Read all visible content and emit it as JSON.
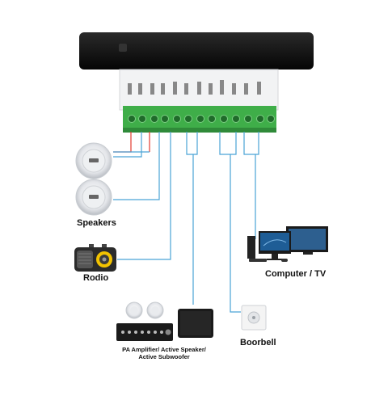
{
  "labels": {
    "speakers": "Speakers",
    "radio": "Rodio",
    "computer_tv": "Computer / TV",
    "doorbell": "Boorbell",
    "pa_line1": "PA Amplifier/ Active Speaker/",
    "pa_line2": "Active Subwoofer"
  },
  "colors": {
    "device_body": "#111111",
    "terminal_green": "#3fae49",
    "wire_blue": "#4aa3d6",
    "wire_red": "#e23b2e"
  },
  "icons": [
    "control-unit-icon",
    "ceiling-speaker-icon",
    "radio-icon",
    "computer-monitor-icon",
    "tv-icon",
    "doorbell-icon",
    "amplifier-icon",
    "subwoofer-icon"
  ]
}
